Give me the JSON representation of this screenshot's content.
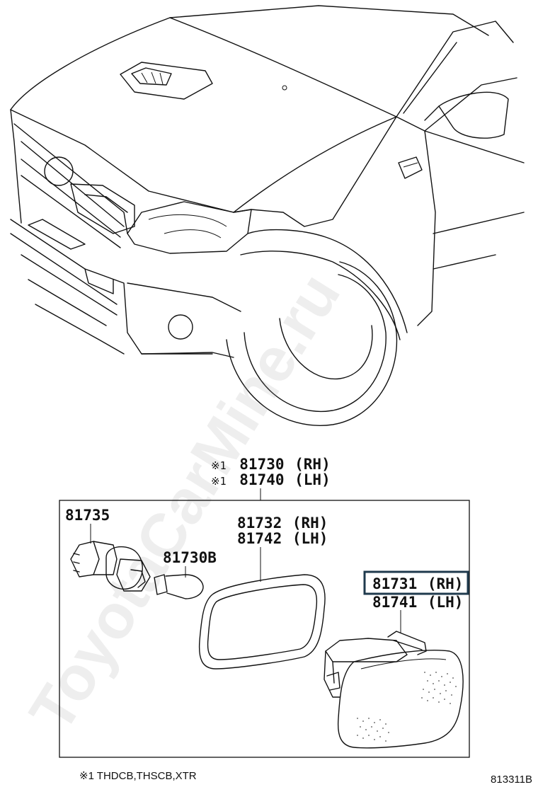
{
  "assembly_callouts": {
    "rh": {
      "mark": "※1",
      "part": "81730",
      "side": "(RH)"
    },
    "lh": {
      "mark": "※1",
      "part": "81740",
      "side": "(LH)"
    }
  },
  "parts": {
    "socket": {
      "part": "81735"
    },
    "bulb": {
      "part": "81730B"
    },
    "gasket_rh": {
      "part": "81732",
      "side": "(RH)"
    },
    "gasket_lh": {
      "part": "81742",
      "side": "(LH)"
    },
    "lens_rh": {
      "part": "81731",
      "side": "(RH)"
    },
    "lens_lh": {
      "part": "81741",
      "side": "(LH)"
    }
  },
  "highlighted_part": "81731",
  "highlight_color": "#1f3a4d",
  "footnote": "※1 THDCB,THSCB,XTR",
  "diagram_code": "813311B",
  "watermark": "ToyotaCarMine.ru"
}
